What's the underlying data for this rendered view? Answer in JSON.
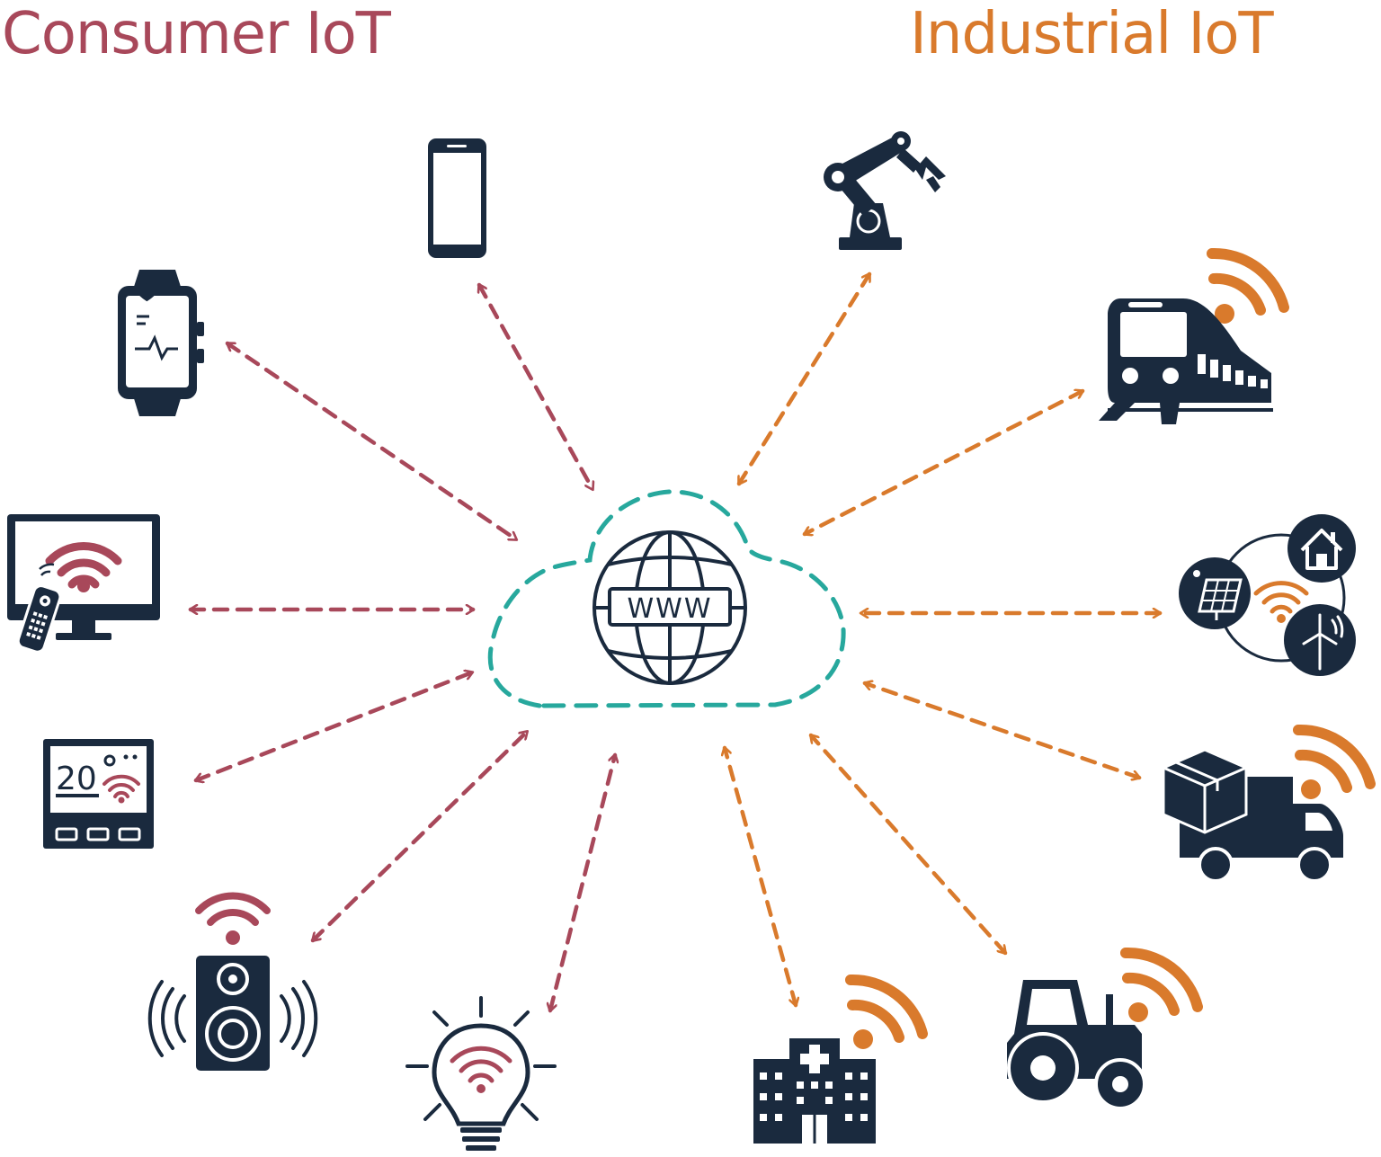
{
  "titles": {
    "consumer": "Consumer IoT",
    "industrial": "Industrial IoT"
  },
  "hub": {
    "label": "WWW",
    "icon": "cloud-globe-icon"
  },
  "thermostat_reading": "20",
  "colors": {
    "consumer": "#a8485a",
    "industrial": "#d97a2c",
    "cloud": "#27a89d",
    "icon": "#1a2a3e"
  },
  "consumer_devices": [
    {
      "icon": "smartphone-icon"
    },
    {
      "icon": "smartwatch-icon"
    },
    {
      "icon": "smart-tv-icon"
    },
    {
      "icon": "thermostat-icon"
    },
    {
      "icon": "smart-speaker-icon"
    },
    {
      "icon": "smart-bulb-icon"
    }
  ],
  "industrial_devices": [
    {
      "icon": "robot-arm-icon"
    },
    {
      "icon": "train-icon"
    },
    {
      "icon": "smart-grid-icon"
    },
    {
      "icon": "delivery-truck-icon"
    },
    {
      "icon": "tractor-icon"
    },
    {
      "icon": "hospital-icon"
    }
  ]
}
